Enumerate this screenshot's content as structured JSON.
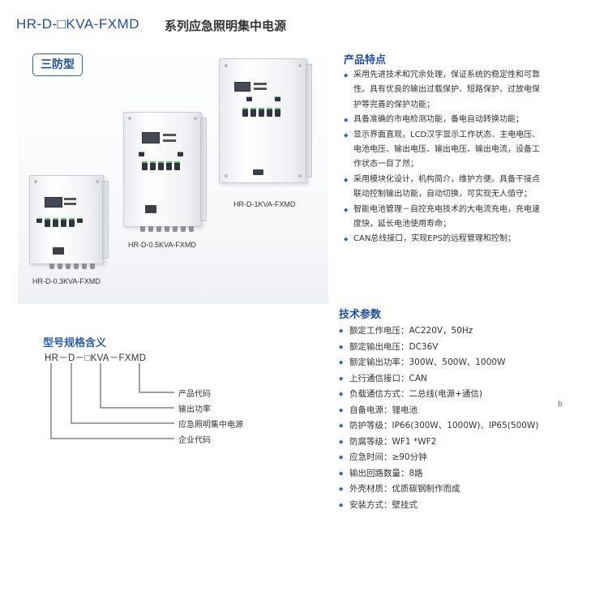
{
  "header": {
    "model": "HR-D-□KVA-FXMD",
    "title": "系列应急照明集中电源"
  },
  "badge": "三防型",
  "products": [
    {
      "label": "HR-D-0.3KVA-FXMD"
    },
    {
      "label": "HR-D-0.5KVA-FXMD"
    },
    {
      "label": "HR-D-1KVA-FXMD"
    }
  ],
  "features": {
    "title": "产品特点",
    "items": [
      "采用先进技术和冗余处理，保证系统的稳定性和可靠性。具有优良的输出过载保护、短路保护、过放电保护等完善的保护功能；",
      "具备准确的市电检测功能，备电自动转换功能；",
      "显示界面直观，LCD汉字显示工作状态、主电电压、电池电压、输出电压、输出电压、输出电流，设备工作状态一目了然；",
      "采用模块化设计，机构简介，维护方便。具备干接点联动控制输出功能，自动切换，可实现无人值守；",
      "智能电池管理－自控充电技术的大电流充电，充电速度快，延长电池使用寿命；",
      "CAN总线接口，实现EPS的远程管理和控制；"
    ]
  },
  "model_meaning": {
    "title": "型号规格含义",
    "code": "HR－D－□KVA－FXMD",
    "parts": [
      "产品代码",
      "输出功率",
      "应急照明集中电源",
      "企业代码"
    ]
  },
  "specs": {
    "title": "技术参数",
    "items": [
      "额定工作电压：AC220V，50Hz",
      "额定输出电压：DC36V",
      "额定输出功率：300W、500W、1000W",
      "上行通信接口：CAN",
      "负载通信方式：二总线(电源+通信)",
      "自备电源：锂电池",
      "防护等级：IP66(300W、1000W)、IP65(500W)",
      "防腐等级：WF1  *WF2",
      "应急时间：≥90分钟",
      "输出回路数量：8路",
      "外壳材质：优质碳钢制作而成",
      "安装方式：壁挂式"
    ],
    "stray_mark": "b"
  }
}
